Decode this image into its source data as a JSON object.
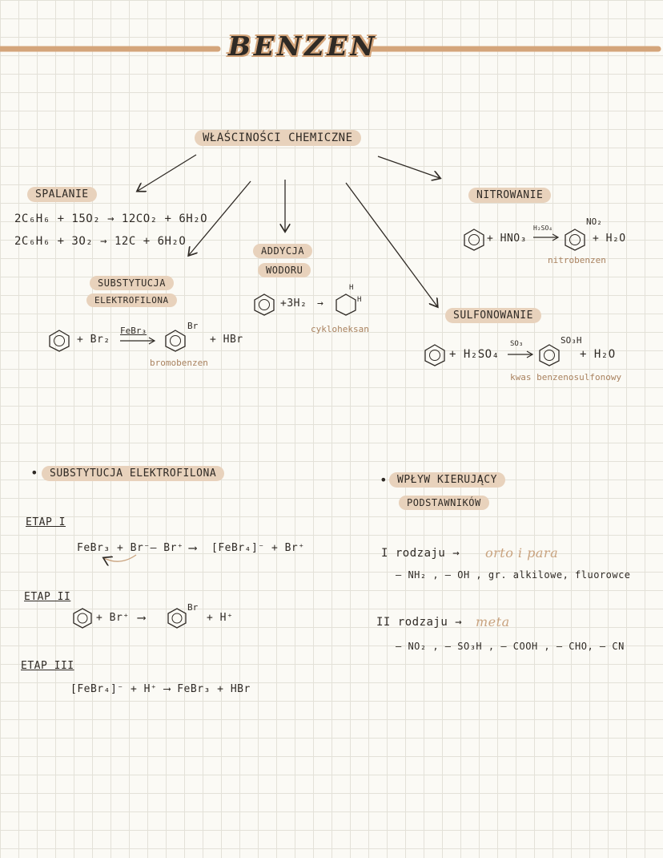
{
  "title": "BENZEN",
  "colors": {
    "accent": "#d4a57b",
    "highlight": "#e8d2bc",
    "ink": "#2f2a25",
    "brown_note": "#a9825f",
    "light_note": "#c9a37f"
  },
  "top": {
    "heading": "WŁAŚCINOŚCI CHEMICZNE",
    "spalanie": {
      "label": "SPALANIE",
      "eq1": "2C₆H₆ + 15O₂ → 12CO₂ + 6H₂O",
      "eq2": "2C₆H₆ + 3O₂ → 12C + 6H₂O"
    },
    "substytucja": {
      "label1": "SUBSTYTUCJA",
      "label2": "ELEKTROFILONA",
      "reactant": "+ Br₂",
      "catalyst": "FeBr₃",
      "sub": "Br",
      "product": "+ HBr",
      "note": "bromobenzen"
    },
    "addycja": {
      "label1": "ADDYCJA",
      "label2": "WODORU",
      "reactant": "+3H₂",
      "arrow": "→",
      "h": "H",
      "note": "cykloheksan"
    },
    "nitrowanie": {
      "label": "NITROWANIE",
      "reactant": "+ HNO₃",
      "catalyst": "H₂SO₄",
      "sub": "NO₂",
      "product": "+ H₂O",
      "note": "nitrobenzen"
    },
    "sulfonowanie": {
      "label": "SULFONOWANIE",
      "reactant": "+ H₂SO₄",
      "catalyst": "SO₃",
      "sub": "SO₃H",
      "product": "+ H₂O",
      "note": "kwas benzenosulfonowy"
    }
  },
  "left": {
    "bullet": "•",
    "heading": "SUBSTYTUCJA ELEKTROFILONA",
    "etap1": {
      "label": "ETAP I",
      "left": "FeBr₃ + Br⁻– Br⁺",
      "arrow": "⟶",
      "right": "[FeBr₄]⁻ + Br⁺"
    },
    "etap2": {
      "label": "ETAP II",
      "left": "+ Br⁺",
      "arrow": "⟶",
      "sub": "Br",
      "right": "+ H⁺"
    },
    "etap3": {
      "label": "ETAP III",
      "eq": "[FeBr₄]⁻ + H⁺ ⟶ FeBr₃ + HBr"
    }
  },
  "right": {
    "bullet": "•",
    "heading1": "WPŁYW KIERUJĄCY",
    "heading2": "PODSTAWNIKÓW",
    "r1": {
      "label": "I rodzaju →",
      "value": "orto i para",
      "list": "– NH₂ , – OH , gr. alkilowe, fluorowce"
    },
    "r2": {
      "label": "II rodzaju →",
      "value": "meta",
      "list": "– NO₂ , – SO₃H , – COOH , – CHO, – CN"
    }
  }
}
